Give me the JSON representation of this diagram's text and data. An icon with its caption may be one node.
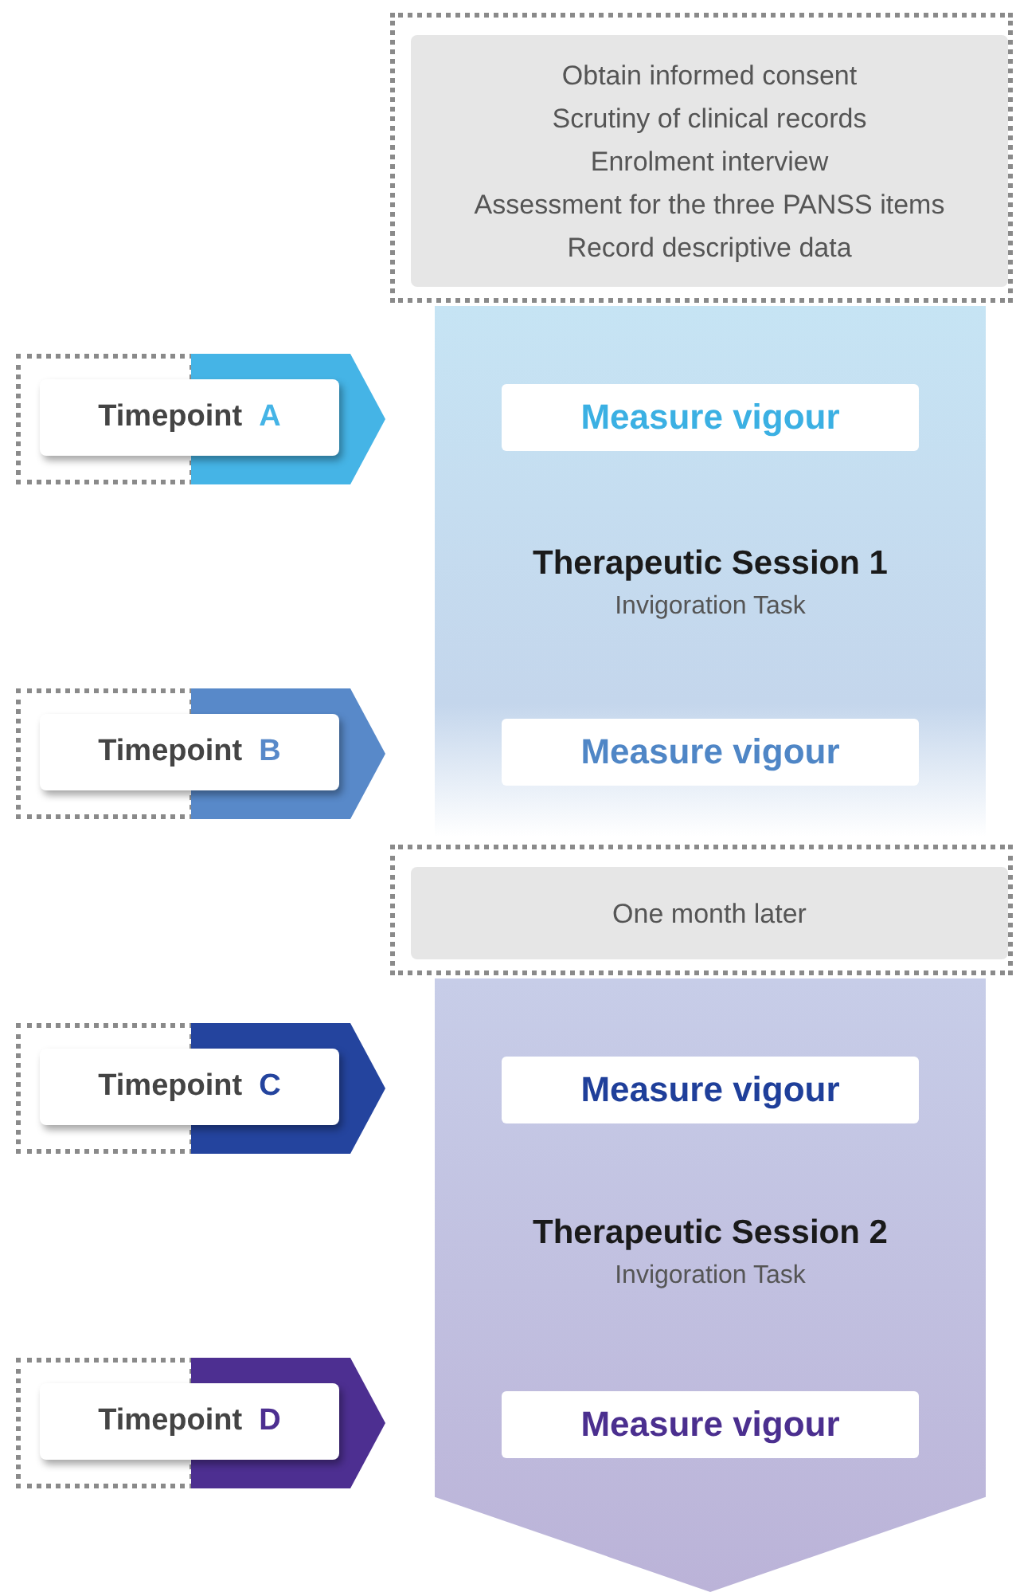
{
  "diagram": {
    "nodes": [
      {
        "text": [
          "Obtain informed consent",
          "Scrutiny of clinical records",
          "Enrolment interview",
          "Assessment for the three PANSS items",
          "Record descriptive data"
        ]
      },
      {
        "text": [
          "Therapeutic Session 1",
          "Invigoration Task"
        ]
      },
      {
        "text": [
          "Timepoint A"
        ]
      },
      {
        "text": [
          "Measure vigour"
        ],
        "in": 1
      },
      {
        "text": [
          "Timepoint B"
        ]
      },
      {
        "text": [
          "Measure vigour"
        ],
        "in": 1
      },
      {
        "text": [
          "One month later"
        ]
      },
      {
        "text": [
          "Therapeutic Session 2",
          "Invigoration Task"
        ]
      },
      {
        "text": [
          "Timepoint C"
        ]
      },
      {
        "text": [
          "Measure vigour"
        ],
        "in": 7
      },
      {
        "text": [
          "Timepoint D"
        ]
      },
      {
        "text": [
          "Measure vigour"
        ],
        "in": 7
      }
    ]
  }
}
